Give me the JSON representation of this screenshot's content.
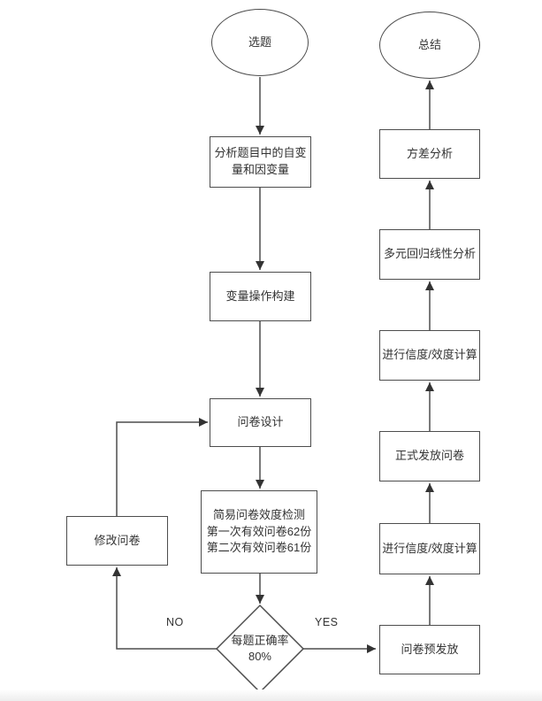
{
  "diagram": {
    "type": "flowchart",
    "colors": {
      "background": "#ffffff",
      "node_fill": "#ffffff",
      "stroke": "#4d4d4d",
      "text": "#333333"
    },
    "nodes": {
      "select_topic": {
        "shape": "ellipse",
        "label": "选题"
      },
      "analyze_variables": {
        "shape": "rect",
        "label": "分析题目中的自变\n量和因变量"
      },
      "variable_construction": {
        "shape": "rect",
        "label": "变量操作构建"
      },
      "questionnaire_design": {
        "shape": "rect",
        "label": "问卷设计"
      },
      "simple_validity_test": {
        "shape": "rect",
        "label": "简易问卷效度检测\n第一次有效问卷62份\n第二次有效问卷61份"
      },
      "accuracy_decision": {
        "shape": "diamond",
        "label": "每题正确率\n80%"
      },
      "modify_questionnaire": {
        "shape": "rect",
        "label": "修改问卷"
      },
      "pre_release": {
        "shape": "rect",
        "label": "问卷预发放"
      },
      "reliability_calc_lower": {
        "shape": "rect",
        "label": "进行信度/效度计算"
      },
      "formal_release": {
        "shape": "rect",
        "label": "正式发放问卷"
      },
      "reliability_calc_upper": {
        "shape": "rect",
        "label": "进行信度/效度计算"
      },
      "regression_analysis": {
        "shape": "rect",
        "label": "多元回归线性分析"
      },
      "anova": {
        "shape": "rect",
        "label": "方差分析"
      },
      "summary": {
        "shape": "ellipse",
        "label": "总结"
      }
    },
    "edge_labels": {
      "no": "NO",
      "yes": "YES"
    }
  }
}
